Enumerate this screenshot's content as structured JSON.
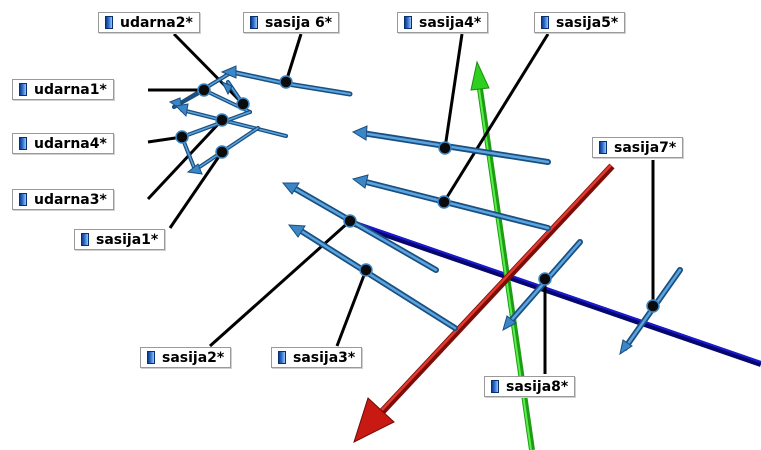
{
  "colors": {
    "member": "#3a86c6",
    "member_edge": "#1b4f80",
    "leader": "#000000",
    "joint": "#0b0b0b",
    "axis_x": "#c81a12",
    "axis_y": "#2fcf1f",
    "axis_z": "#0a0aa8"
  },
  "tag_icon": "body-icon",
  "labels": [
    {
      "id": "udarna2",
      "text": "udarna2*"
    },
    {
      "id": "sasija6",
      "text": "sasija 6*"
    },
    {
      "id": "sasija4",
      "text": "sasija4*"
    },
    {
      "id": "sasija5",
      "text": "sasija5*"
    },
    {
      "id": "udarna1",
      "text": "udarna1*"
    },
    {
      "id": "udarna4",
      "text": "udarna4*"
    },
    {
      "id": "udarna3",
      "text": "udarna3*"
    },
    {
      "id": "sasija1",
      "text": "sasija1*"
    },
    {
      "id": "sasija7",
      "text": "sasija7*"
    },
    {
      "id": "sasija2",
      "text": "sasija2*"
    },
    {
      "id": "sasija3",
      "text": "sasija3*"
    },
    {
      "id": "sasija8",
      "text": "sasija8*"
    }
  ]
}
